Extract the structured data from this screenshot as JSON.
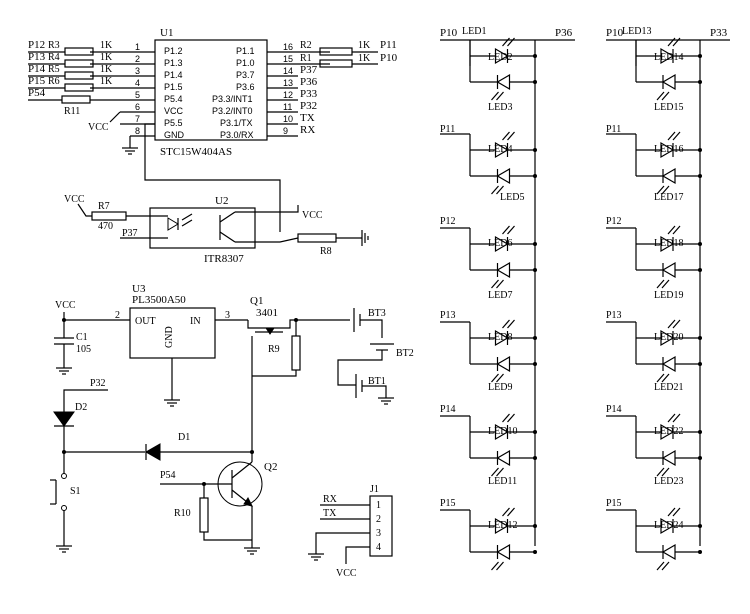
{
  "mcu": {
    "ref": "U1",
    "part": "STC15W404AS",
    "left_pins": [
      {
        "num": "1",
        "name": "P1.2"
      },
      {
        "num": "2",
        "name": "P1.3"
      },
      {
        "num": "3",
        "name": "P1.4"
      },
      {
        "num": "4",
        "name": "P1.5"
      },
      {
        "num": "5",
        "name": "P5.4"
      },
      {
        "num": "6",
        "name": "VCC"
      },
      {
        "num": "7",
        "name": "P5.5"
      },
      {
        "num": "8",
        "name": "GND"
      }
    ],
    "right_pins": [
      {
        "num": "16",
        "name": "P1.1"
      },
      {
        "num": "15",
        "name": "P1.0"
      },
      {
        "num": "14",
        "name": "P3.7"
      },
      {
        "num": "13",
        "name": "P3.6"
      },
      {
        "num": "12",
        "name": "P3.3/INT1"
      },
      {
        "num": "11",
        "name": "P3.2/INT0"
      },
      {
        "num": "10",
        "name": "P3.1/TX"
      },
      {
        "num": "9",
        "name": "P3.0/RX"
      }
    ],
    "left_nets": [
      "P12",
      "P13",
      "P14",
      "P15",
      "P54"
    ],
    "left_resistors": [
      "R3",
      "R4",
      "R5",
      "R6"
    ],
    "left_values": [
      "1K",
      "1K",
      "1K",
      "1K"
    ],
    "r11": "R11",
    "vcc": "VCC",
    "right_resistors": [
      "R2",
      "R1"
    ],
    "right_values": [
      "1K",
      "1K"
    ],
    "right_nets": [
      "P11",
      "P10",
      "P37",
      "P36",
      "P33",
      "P32",
      "TX",
      "RX"
    ]
  },
  "optocoupler": {
    "ref": "U2",
    "part": "ITR8307",
    "r7": "R7",
    "r7_value": "470",
    "vcc_left": "VCC",
    "vcc_right": "VCC",
    "net": "P37",
    "r8": "R8"
  },
  "regulator": {
    "ref": "U3",
    "part": "PL3500A50",
    "out": "OUT",
    "in": "IN",
    "gnd": "GND",
    "pin_out": "2",
    "pin_in": "3",
    "vcc": "VCC",
    "cap_ref": "C1",
    "cap_value": "105",
    "mosfet_ref": "Q1",
    "mosfet_part": "3401",
    "r9": "R9",
    "batteries": [
      "BT3",
      "BT2",
      "BT1"
    ]
  },
  "power_switch": {
    "net_p32": "P32",
    "d2": "D2",
    "s1": "S1",
    "d1": "D1",
    "net_p54": "P54",
    "q2": "Q2",
    "r10": "R10"
  },
  "connector": {
    "ref": "J1",
    "rx": "RX",
    "tx": "TX",
    "pins": [
      "1",
      "2",
      "3",
      "4"
    ],
    "vcc": "VCC"
  },
  "led_matrix_1": {
    "top_net": "P10",
    "bus_net": "P36",
    "row_nets": [
      "P11",
      "P12",
      "P13",
      "P14",
      "P15"
    ],
    "leds": [
      "LED1",
      "LED2",
      "LED3",
      "LED4",
      "LED5",
      "LED6",
      "LED7",
      "LED8",
      "LED9",
      "LED10",
      "LED11",
      "LED12"
    ]
  },
  "led_matrix_2": {
    "top_net": "P10",
    "bus_net": "P33",
    "row_nets": [
      "P11",
      "P12",
      "P13",
      "P14",
      "P15"
    ],
    "leds": [
      "LED13",
      "LED14",
      "LED15",
      "LED16",
      "LED17",
      "LED18",
      "LED19",
      "LED20",
      "LED21",
      "LED22",
      "LED23",
      "LED24"
    ]
  }
}
